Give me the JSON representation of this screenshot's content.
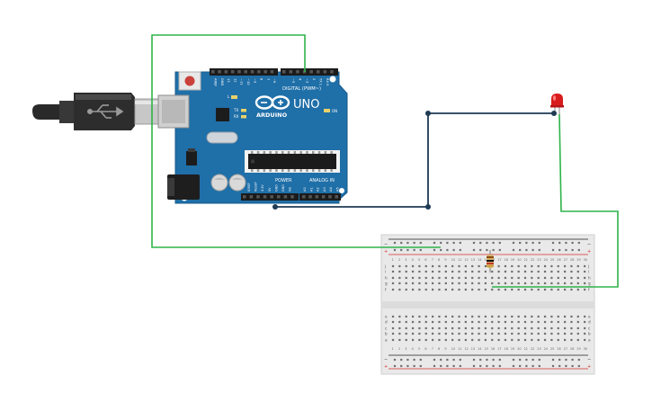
{
  "arduino": {
    "brand": "ARDUINO",
    "model": "UNO",
    "digital_label": "DIGITAL (PWM~)",
    "power_label": "POWER",
    "analog_label": "ANALOG IN",
    "led_l": "L",
    "led_tx": "TX",
    "led_rx": "RX",
    "led_on": "ON",
    "top_pins": [
      "AREF",
      "GND",
      "13",
      "12",
      "~11",
      "~10",
      "~9",
      "8",
      "7",
      "~6",
      "~5",
      "4",
      "~3",
      "2",
      "TX 1",
      "RX 0"
    ],
    "power_pins": [
      "IOREF",
      "RESET",
      "3.3V",
      "5V",
      "GND",
      "GND",
      "Vin"
    ],
    "analog_pins": [
      "A0",
      "A1",
      "A2",
      "A3",
      "A4",
      "A5"
    ],
    "board_color": "#1f6fa8"
  },
  "breadboard": {
    "rows": [
      "j",
      "i",
      "h",
      "g",
      "f",
      "e",
      "d",
      "c",
      "b",
      "a"
    ],
    "column_count": 30,
    "rail_colors": {
      "positive": "#d62a2a",
      "negative": "#222222"
    }
  },
  "components": {
    "led": {
      "color": "#d81c1c"
    },
    "resistor": {
      "body_color": "#d8b26e"
    }
  },
  "wires": {
    "signal_color": "#2fb34a",
    "ground_color": "#1f3b55"
  }
}
